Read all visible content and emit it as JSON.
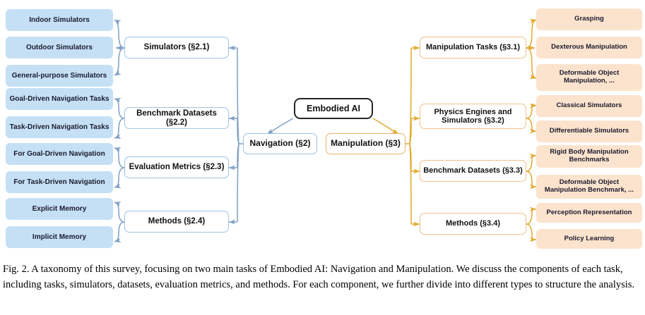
{
  "figure": {
    "caption": "Fig. 2.  A taxonomy of this survey, focusing on two main tasks of Embodied AI: Navigation and Manipulation. We discuss the components of each task, including tasks, simulators, datasets, evaluation metrics, and methods. For each component, we further divide into different types to structure the analysis."
  },
  "colors": {
    "left_leaf_fill": "#c5e0f5",
    "right_leaf_fill": "#fce3cd",
    "left_edge": "#7f9fc4",
    "right_edge": "#e0a92e",
    "root_border": "#262626"
  },
  "root": {
    "label": "Embodied AI"
  },
  "left": {
    "branch": {
      "label": "Navigation (§2)"
    },
    "categories": [
      {
        "label": "Simulators (§2.1)",
        "leaves": [
          "Indoor Simulators",
          "Outdoor Simulators",
          "General-purpose Simulators"
        ]
      },
      {
        "label": "Benchmark Datasets (§2.2)",
        "leaves": [
          "Goal-Driven Navigation Tasks",
          "Task-Driven Navigation Tasks"
        ]
      },
      {
        "label": "Evaluation Metrics (§2.3)",
        "leaves": [
          "For Goal-Driven Navigation",
          "For Task-Driven Navigation"
        ]
      },
      {
        "label": "Methods (§2.4)",
        "leaves": [
          "Explicit Memory",
          "Implicit Memory"
        ]
      }
    ]
  },
  "right": {
    "branch": {
      "label": "Manipulation (§3)"
    },
    "categories": [
      {
        "label": "Manipulation Tasks (§3.1)",
        "leaves": [
          "Grasping",
          "Dexterous Manipulation",
          "Deformable Object\nManipulation, ..."
        ]
      },
      {
        "label": "Physics Engines and\nSimulators (§3.2)",
        "leaves": [
          "Classical Simulators",
          "Differentiable Simulators"
        ]
      },
      {
        "label": "Benchmark Datasets (§3.3)",
        "leaves": [
          "Rigid Body Manipulation\nBenchmarks",
          "Deformable Object\nManipulation Benchmark, ..."
        ]
      },
      {
        "label": "Methods (§3.4)",
        "leaves": [
          "Perception Representation",
          "Policy Learning"
        ]
      }
    ]
  }
}
